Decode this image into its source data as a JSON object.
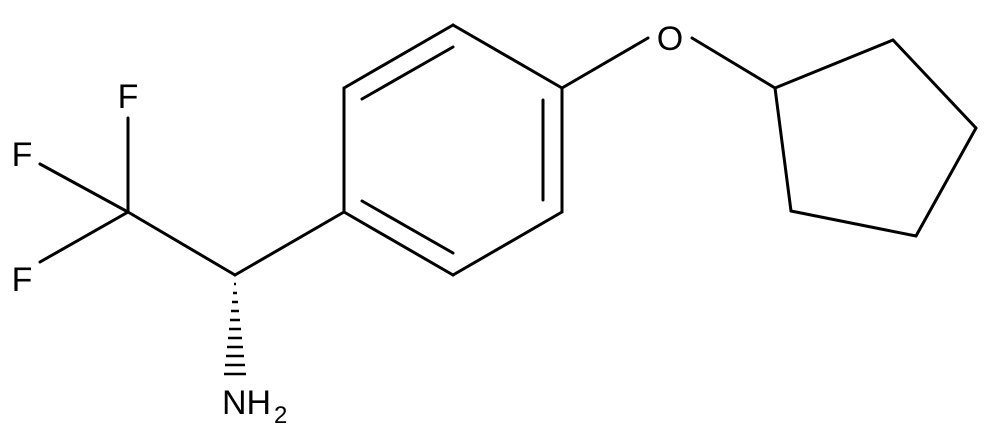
{
  "molecule": {
    "atoms": {
      "f_top": "F",
      "f_middle": "F",
      "f_bottom": "F",
      "oxygen": "O",
      "amine_n": "NH",
      "amine_h_count": "2"
    },
    "stereo": {
      "amine_bond": "hashed-wedge"
    },
    "colors": {
      "bond": "#000000",
      "label": "#000000",
      "background": "#ffffff"
    }
  }
}
